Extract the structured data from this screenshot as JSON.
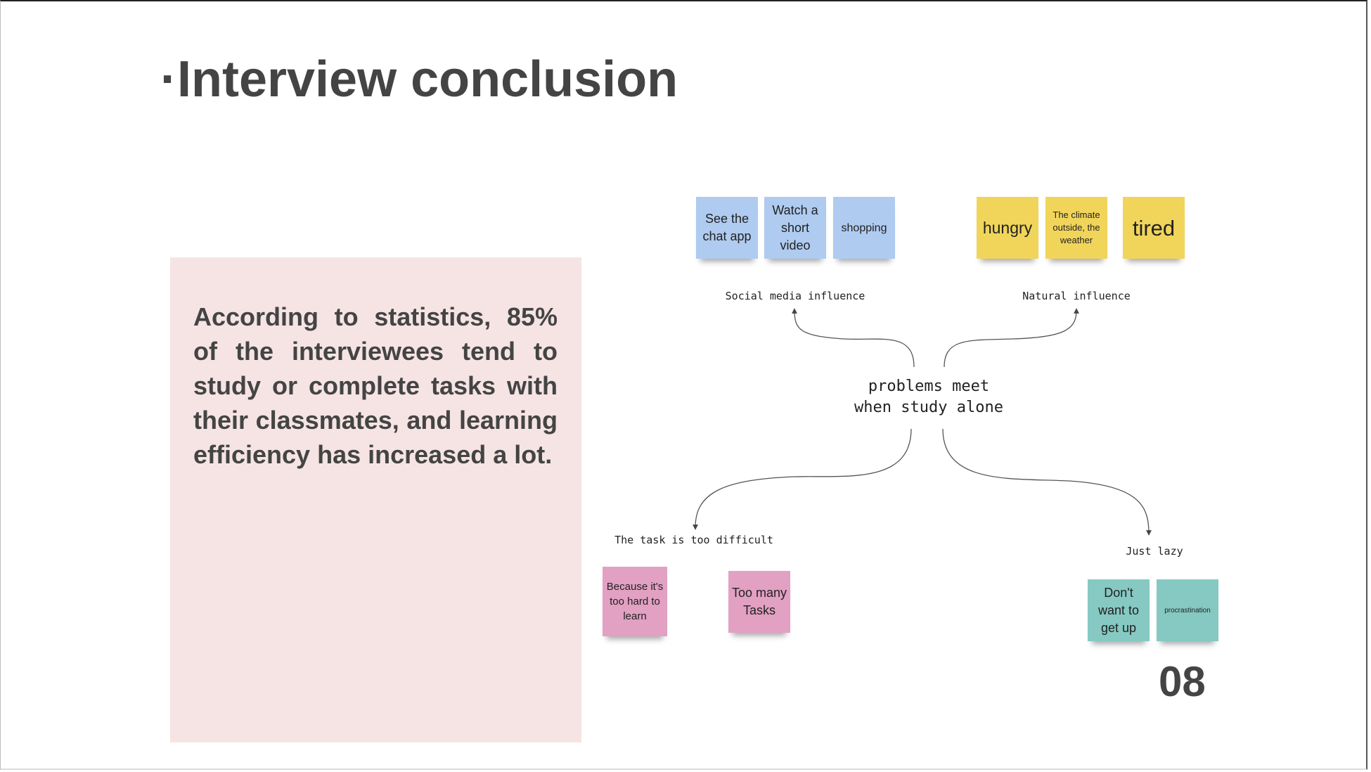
{
  "slide": {
    "title": "·Interview conclusion",
    "summary": "According to statistics, 85% of the interviewees tend to study or complete tasks with their classmates, and learning efficiency has increased a lot.",
    "page_number": "08"
  },
  "diagram": {
    "center": [
      "problems meet",
      "when study alone"
    ],
    "groups": {
      "social": {
        "label": "Social media influence",
        "notes": [
          "See the chat app",
          "Watch a short video",
          "shopping"
        ]
      },
      "natural": {
        "label": "Natural influence",
        "notes": [
          "hungry",
          "The climate outside, the weather",
          "tired"
        ]
      },
      "difficult": {
        "label": "The task is too difficult",
        "notes": [
          "Because it's too hard to learn",
          "Too many Tasks"
        ]
      },
      "lazy": {
        "label": "Just lazy",
        "notes": [
          "Don't want to get up",
          "procrastination"
        ]
      }
    }
  },
  "colors": {
    "blue": "#afcbf0",
    "yellow": "#f1d55a",
    "pink": "#e2a0c2",
    "teal": "#85c9c2",
    "panel": "#f6e4e4"
  }
}
